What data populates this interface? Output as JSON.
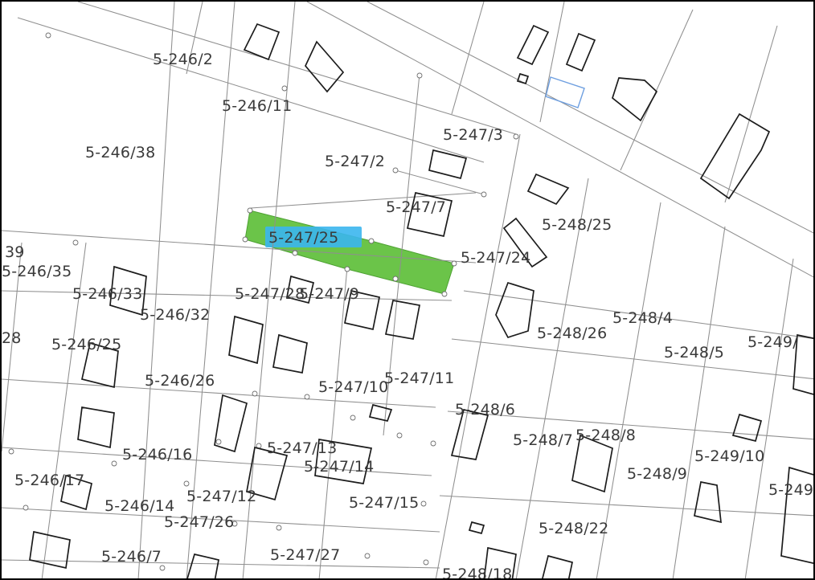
{
  "map": {
    "selected_parcel": "5-247/25",
    "colors": {
      "selected_parcel_fill": "#5fbf3a",
      "selected_label_highlight": "#3bb6ee",
      "proposed_building_outline": "#6e9fe0",
      "building_outline": "#1c1c1c",
      "boundary_line": "#8f8f8f"
    },
    "parcels": [
      "5-246/2",
      "5-246/11",
      "5-246/38",
      "5-247/2",
      "5-247/3",
      "5-247/7",
      "5-247/25",
      "5-248/25",
      "5-247/24",
      "5-246/35",
      "39",
      "5-246/33",
      "5-246/32",
      "5-247/28",
      "5-247/9",
      "5-248/4",
      "5-248/26",
      "5-248/5",
      "5-249/",
      "28",
      "5-246/25",
      "5-246/26",
      "5-247/10",
      "5-247/11",
      "5-248/6",
      "5-248/7",
      "5-248/8",
      "5-249/10",
      "5-246/16",
      "5-247/13",
      "5-247/14",
      "5-246/17",
      "5-246/14",
      "5-247/12",
      "5-247/15",
      "5-248/9",
      "5-249",
      "5-247/26",
      "5-248/22",
      "5-246/7",
      "5-247/27",
      "5-248/18"
    ]
  }
}
